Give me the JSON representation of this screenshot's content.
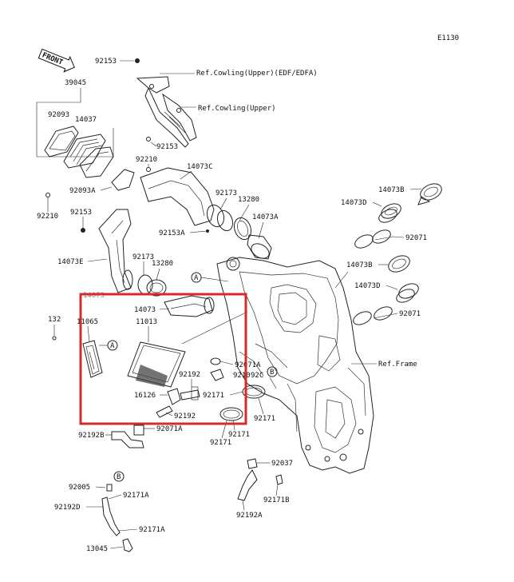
{
  "diagram_code": "E1130",
  "front_label": "FRONT",
  "highlight_color": "#d62b2b",
  "callouts": {
    "A1": "A",
    "A2": "A",
    "B1": "B",
    "B2": "B"
  },
  "refs": {
    "cowling_upper_edf": "Ref.Cowling(Upper)(EDF/EDFA)",
    "cowling_upper": "Ref.Cowling(Upper)",
    "frame": "Ref.Frame"
  },
  "parts": {
    "p92153a": "92153",
    "p39045": "39045",
    "p92093": "92093",
    "p14037": "14037",
    "p92153b": "92153",
    "p92210a": "92210",
    "p92093a": "92093A",
    "p92210b": "92210",
    "p14073c": "14073C",
    "p92173a": "92173",
    "p13280a": "13280",
    "p14073a": "14073A",
    "p92153c": "92153",
    "p92153A": "92153A",
    "p14073e": "14073E",
    "p92173b": "92173",
    "p13280b": "13280",
    "p14073b1": "14073B",
    "p14073d1": "14073D",
    "p92071a": "92071",
    "p14073b2": "14073B",
    "p14073d2": "14073D",
    "p92071b": "92071",
    "p14073": "14073",
    "p11013": "11013",
    "p132": "132",
    "p11065": "11065",
    "p92071A1": "92071A",
    "p92192a": "92192",
    "p9210": "9210",
    "p92c": "92C",
    "p16126": "16126",
    "p92171a": "92171",
    "p92171b": "92171",
    "p92192b": "92192",
    "p92192B": "92192B",
    "p92071A2": "92071A",
    "p92171c": "92171",
    "p92171d": "92171",
    "p92037": "92037",
    "p92171B": "92171B",
    "p92192A": "92192A",
    "p92005": "92005",
    "p92171A1": "92171A",
    "p92192D": "92192D",
    "p92171A2": "92171A",
    "p13045": "13045"
  }
}
